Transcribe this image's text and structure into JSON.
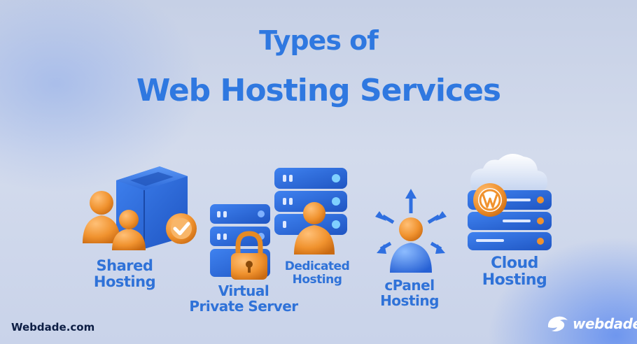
{
  "title": {
    "line1": "Types of",
    "line2": "Web Hosting Services"
  },
  "items": [
    {
      "line1": "Shared",
      "line2": "Hosting"
    },
    {
      "line1": "Virtual",
      "line2": "Private Server"
    },
    {
      "line1": "Dedicated",
      "line2": "Hosting"
    },
    {
      "line1": "cPanel",
      "line2": "Hosting"
    },
    {
      "line1": "Cloud",
      "line2": "Hosting"
    }
  ],
  "footer": {
    "site": "Webdade.com",
    "brand": "webdade"
  },
  "icons": [
    "server-stack-icon",
    "user-icon",
    "check-badge-icon",
    "padlock-icon",
    "arrows-out-icon",
    "cloud-icon",
    "wordpress-icon",
    "brand-logo-icon"
  ],
  "colors": {
    "title": "#2f78e0",
    "server": "#2f6fe0",
    "person": "#f0922e",
    "check": "#f2a03c"
  }
}
